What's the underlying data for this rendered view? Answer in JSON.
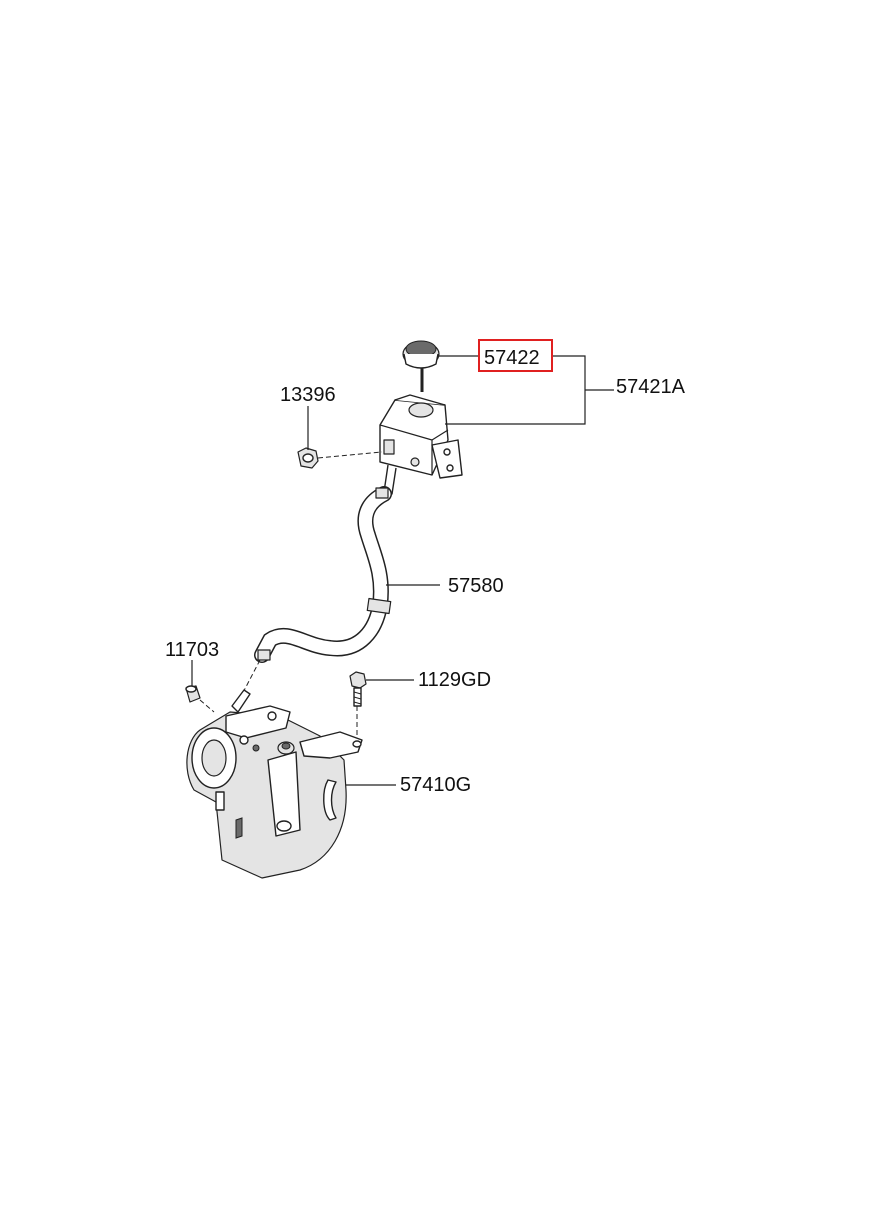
{
  "diagram": {
    "callouts": [
      {
        "id": "cap",
        "label": "57422",
        "highlighted": true
      },
      {
        "id": "reservoir",
        "label": "57421A",
        "highlighted": false
      },
      {
        "id": "nut",
        "label": "13396",
        "highlighted": false
      },
      {
        "id": "hose",
        "label": "57580",
        "highlighted": false
      },
      {
        "id": "fitting",
        "label": "11703",
        "highlighted": false
      },
      {
        "id": "bolt",
        "label": "1129GD",
        "highlighted": false
      },
      {
        "id": "pump",
        "label": "57410G",
        "highlighted": false
      }
    ],
    "highlight_color": "#e02020"
  }
}
